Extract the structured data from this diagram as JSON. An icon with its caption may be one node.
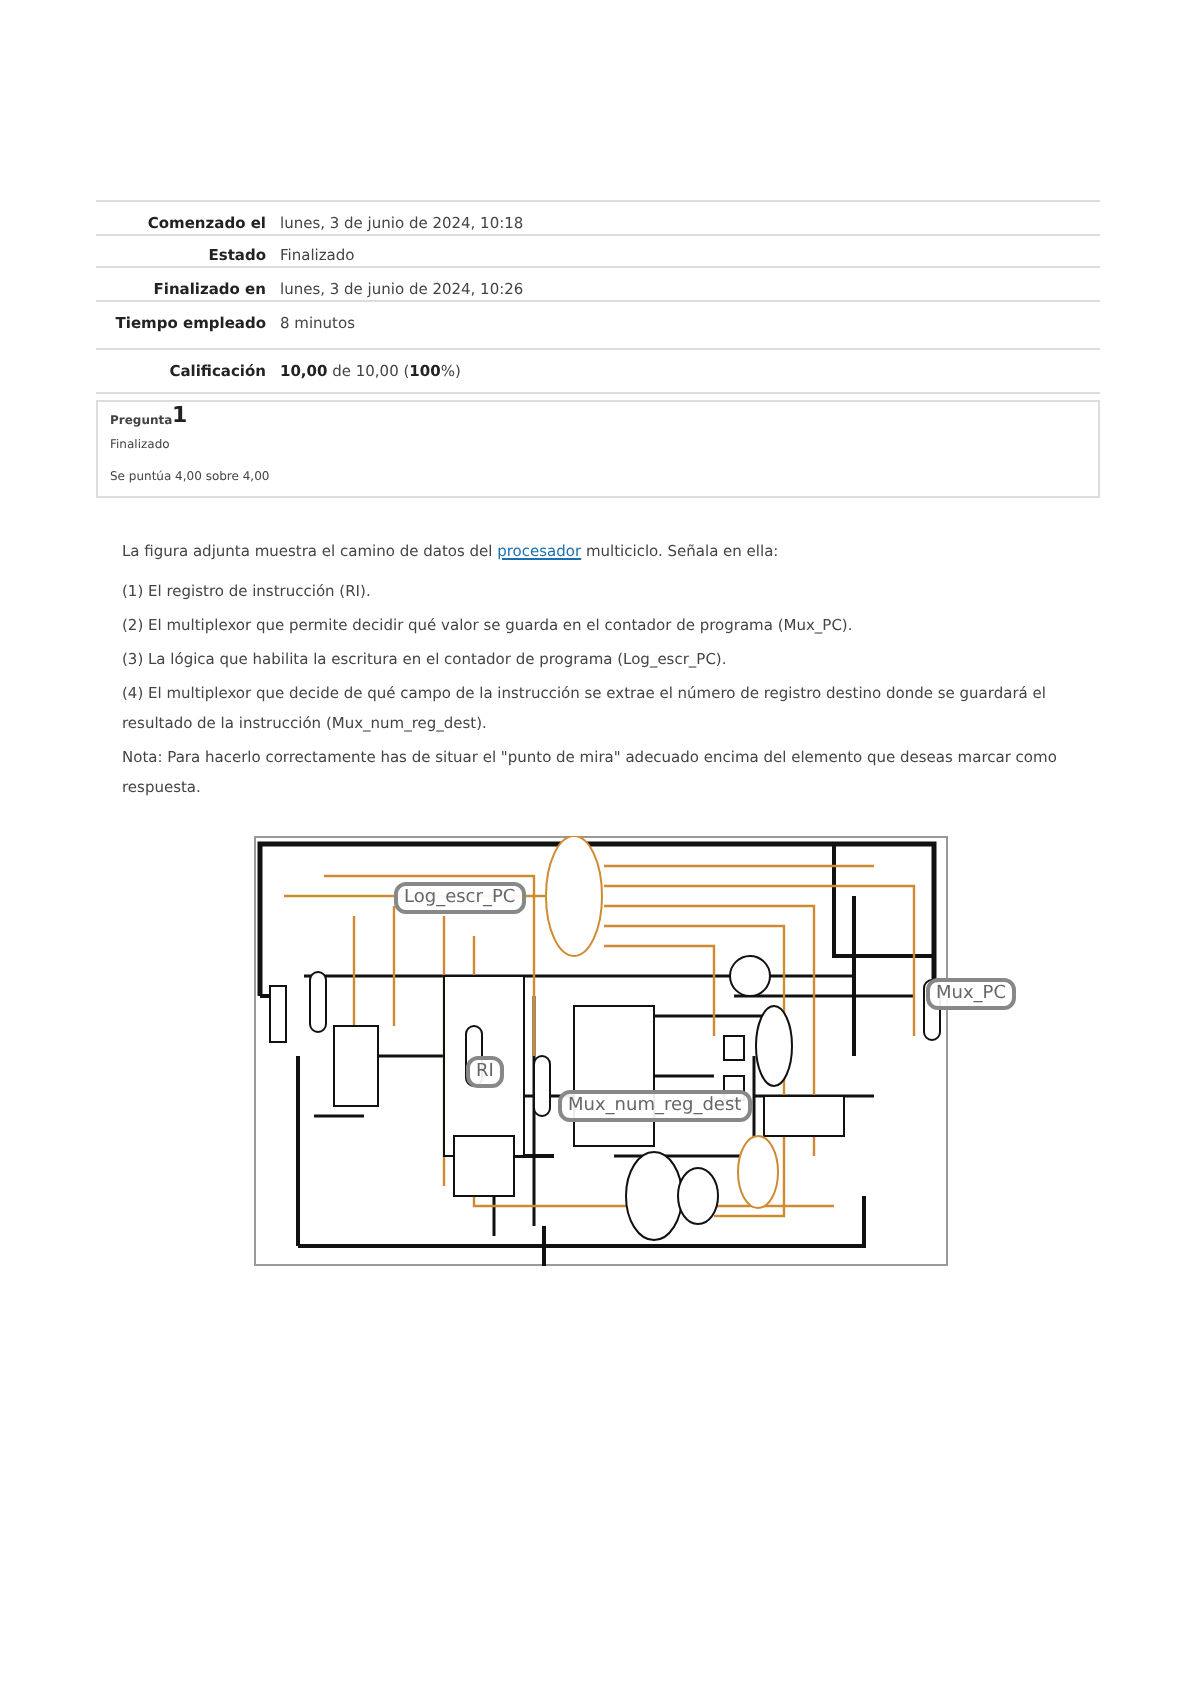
{
  "diagram": {
    "labels": [
      "Comenzado el",
      "lunes, 3 de junio de 2024, 10:18",
      "Estado",
      "Finalizado",
      "Finalizado en",
      "lunes, 3 de junio de 2024, 10:26",
      "Tiempo empleado",
      "8 minutos",
      "Calificación",
      "**10,00** de 10,00 (**100**%)",
      "Pregunta",
      "1",
      "Finalizado",
      "Se puntúa 4,00 sobre 4,00",
      "La figura adjunta muestra el camino de datos del",
      "procesador",
      "multiciclo. Señala en ella:",
      "(1) El registro de instrucción (RI).",
      "(2) El multiplexor que permite decidir qué valor se guarda en el contador de programa (Mux_PC).",
      "(3) La lógica que habilita la escritura en el contador de programa (Log_escr_PC).",
      "(4) El multiplexor que decide de qué campo de la instrucción se extrae el número de registro destino donde se guardará el resultado de la instrucción (Mux_num_reg_dest).",
      "Nota: Para hacerlo correctamente has de situar el \"punto de mira\" adecuado encima del elemento que deseas marcar como respuesta.",
      "Log_escr_PC",
      "RI",
      "Mux_num_reg_dest",
      "Mux_PC"
    ]
  }
}
